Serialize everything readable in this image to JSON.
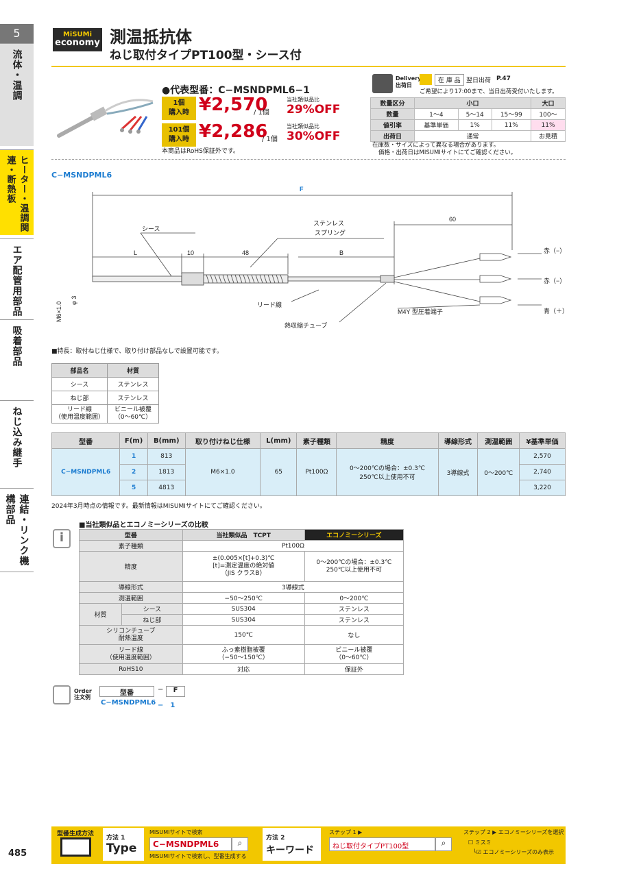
{
  "sidebar": {
    "chapter": "5",
    "tabs": [
      "流体・温調",
      "ヒーター・温調関連・断熱板",
      "エア配管用部品",
      "吸着部品",
      "ねじ込み継手",
      "連結・リンク機構部品"
    ]
  },
  "header": {
    "logo_top": "MiSUMi",
    "logo_bottom": "economy",
    "title": "測温抵抗体",
    "subtitle": "ねじ取付タイプPT100型・シース付"
  },
  "product": {
    "code_label": "●代表型番：C−MSNDPML6−1",
    "price1": {
      "qty": "1個\n購入時",
      "price": "¥2,570",
      "per": "/ 1個",
      "cmp_label": "当社類似品比",
      "off": "29%OFF"
    },
    "price2": {
      "qty": "101個\n購入時",
      "price": "¥2,286",
      "per": "/ 1個",
      "cmp_label": "当社類似品比",
      "off": "30%OFF"
    },
    "rohs": "本商品はRoHS保証外です。"
  },
  "delivery": {
    "label": "Delivery\n出荷日",
    "stock": "在 庫 品",
    "ship": "翌日出荷",
    "page": "P.47",
    "note": "ご希望により17:00まで、当日出荷受付いたします。",
    "headers": [
      "数量区分",
      "小口",
      "大口"
    ],
    "rows": [
      [
        "数量",
        "1〜4",
        "5〜14",
        "15〜99",
        "100〜"
      ],
      [
        "値引率",
        "基準単価",
        "1%",
        "11%",
        "11%"
      ],
      [
        "出荷日",
        "通常",
        "お見積"
      ]
    ],
    "notes": [
      "在庫数・サイズによって異なる場合があります。",
      "価格・出荷日はMISUMIサイトにてご確認ください。"
    ]
  },
  "diagram": {
    "title": "C−MSNDPML6",
    "labels": {
      "F": "F",
      "d60": "60",
      "sheath": "シース",
      "L": "L",
      "d10": "10",
      "d48": "48",
      "B": "B",
      "spring": "ステンレス\nスプリング",
      "lead": "リード線",
      "tube": "熱収縮チューブ",
      "term": "M4Y 型圧着端子",
      "red1": "赤（−）",
      "red2": "赤（−）",
      "blue": "青（＋）",
      "m6": "M6×1.0",
      "phi3": "φ 3"
    }
  },
  "feature": "■特長：取付ねじ仕様で、取り付け部品なしで設置可能です。",
  "materials": {
    "headers": [
      "部品名",
      "材質"
    ],
    "rows": [
      [
        "シース",
        "ステンレス"
      ],
      [
        "ねじ部",
        "ステンレス"
      ],
      [
        "リード線\n（使用温度範囲）",
        "ビニール被覆\n（0〜60℃）"
      ]
    ]
  },
  "spec": {
    "headers": [
      "型番",
      "F(m)",
      "B(mm)",
      "取り付けねじ仕様",
      "L(mm)",
      "素子種類",
      "精度",
      "導線形式",
      "測温範囲",
      "¥基準単価"
    ],
    "model": "C−MSNDPML6",
    "thread": "M6×1.0",
    "L": "65",
    "element": "Pt100Ω",
    "accuracy": "0〜200℃の場合：±0.3℃\n250℃以上使用不可",
    "wire": "3導線式",
    "range": "0〜200℃",
    "rows": [
      {
        "F": "1",
        "B": "813",
        "price": "2,570"
      },
      {
        "F": "2",
        "B": "1813",
        "price": "2,740"
      },
      {
        "F": "5",
        "B": "4813",
        "price": "3,220"
      }
    ],
    "note": "2024年3月時点の情報です。最新情報はMISUMIサイトにてご確認ください。"
  },
  "compare": {
    "title": "■当社類似品とエコノミーシリーズの比較",
    "h1": "型番",
    "h2": "当社類似品　TCPT",
    "h3": "エコノミーシリーズ",
    "element": [
      "素子種類",
      "Pt100Ω"
    ],
    "accuracy": [
      "精度",
      "±(0.005×[t]+0.3)℃\n[t]=測定温度の絶対値\n（JIS クラスB）",
      "0〜200℃の場合：±0.3℃\n250℃以上使用不可"
    ],
    "wire": [
      "導線形式",
      "3導線式"
    ],
    "range": [
      "測温範囲",
      "−50〜250℃",
      "0〜200℃"
    ],
    "material": "材質",
    "sheath": [
      "シース",
      "SUS304",
      "ステンレス"
    ],
    "screw": [
      "ねじ部",
      "SUS304",
      "ステンレス"
    ],
    "silicone": [
      "シリコンチューブ\n耐熱温度",
      "150℃",
      "なし"
    ],
    "lead": [
      "リード線\n（使用温度範囲）",
      "ふっ素樹脂被覆\n（−50〜150℃）",
      "ビニール被覆\n（0〜60℃）"
    ],
    "rohs": [
      "RoHS10",
      "対応",
      "保証外"
    ]
  },
  "order": {
    "label": "Order\n注文例",
    "h1": "型番",
    "dash": "−",
    "h2": "F",
    "v1": "C−MSNDPML6",
    "v2": "−　1"
  },
  "footer": {
    "gen": "型番生成方法",
    "m1": "方法 1",
    "m1b": "Type",
    "search1": "MISUMIサイトで検索",
    "input1": "C−MSNDPML6",
    "search1b": "MISUMIサイトで検索し、型番生成する",
    "m2": "方法 2",
    "m2b": "キーワード",
    "step1": "ステップ 1 ▶",
    "input2": "ねじ取付タイプPT100型",
    "step2": "ステップ 2 ▶ エコノミーシリーズを選択",
    "opt1": "ミスミ",
    "opt2": "エコノミーシリーズのみ表示",
    "page": "485"
  }
}
